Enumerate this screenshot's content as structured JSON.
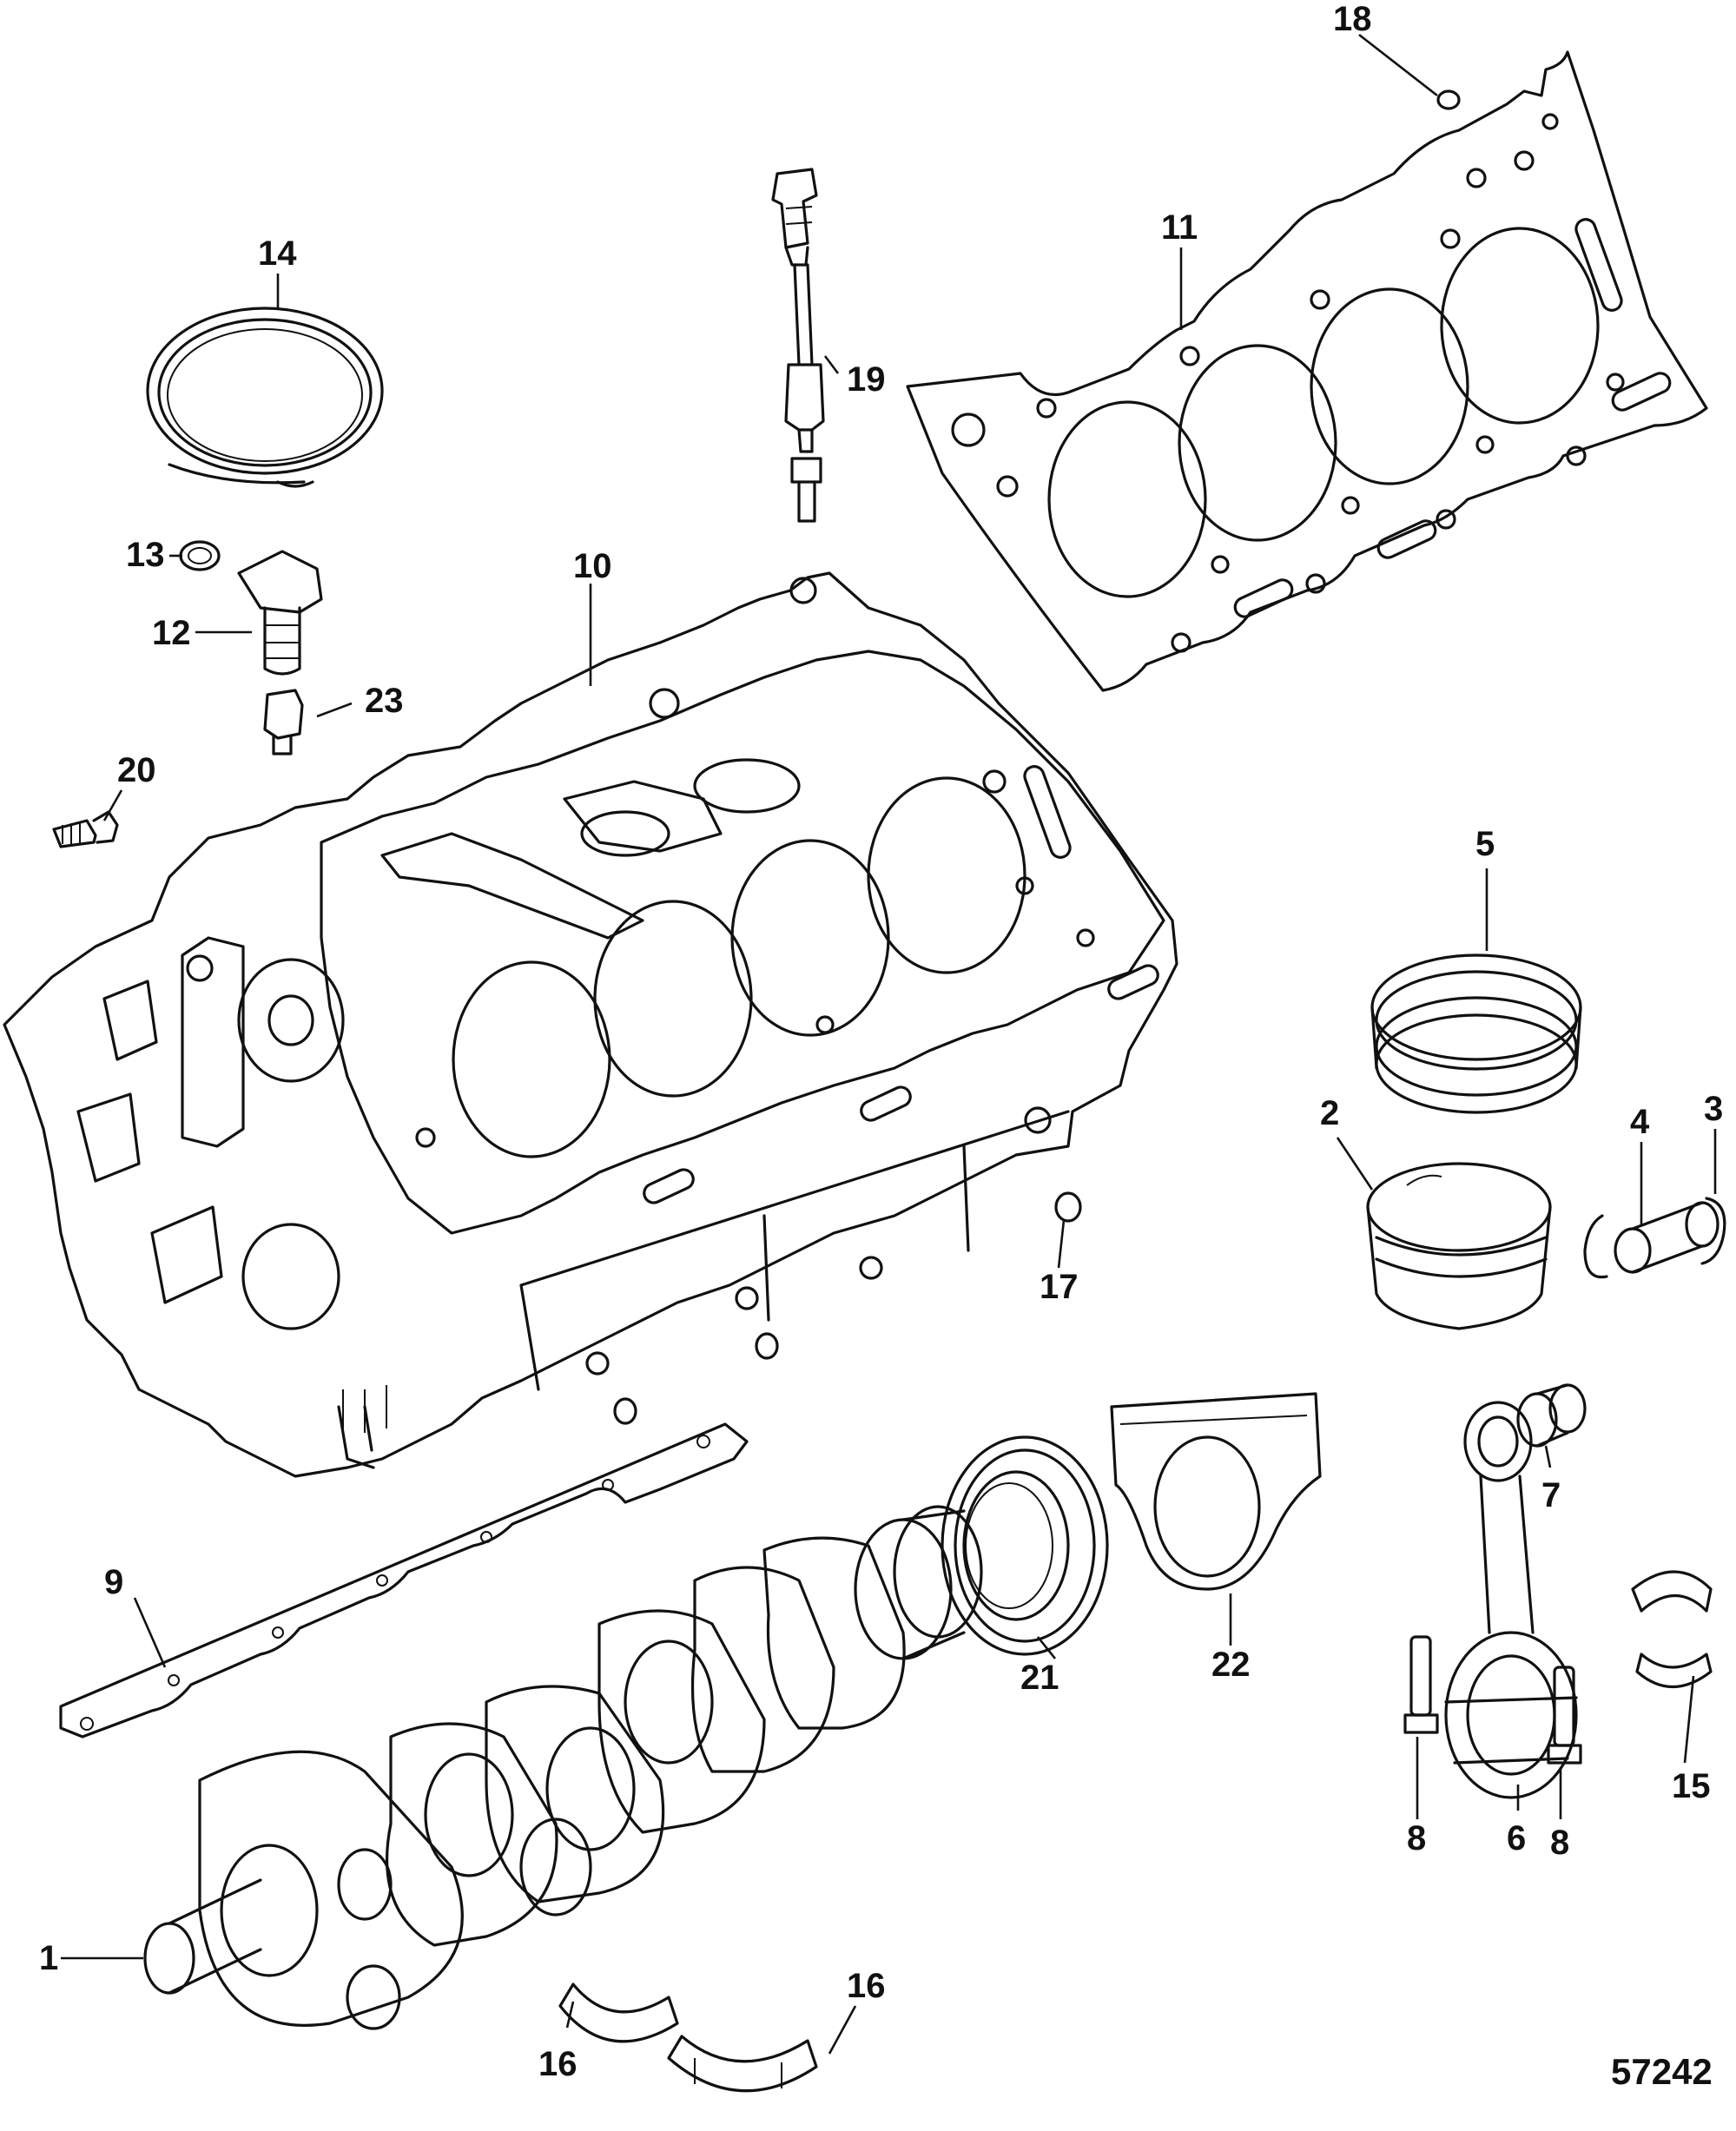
{
  "diagram": {
    "callouts": [
      {
        "id": "1",
        "label": "1"
      },
      {
        "id": "2",
        "label": "2"
      },
      {
        "id": "3",
        "label": "3"
      },
      {
        "id": "4",
        "label": "4"
      },
      {
        "id": "5",
        "label": "5"
      },
      {
        "id": "6",
        "label": "6"
      },
      {
        "id": "7",
        "label": "7"
      },
      {
        "id": "8a",
        "label": "8"
      },
      {
        "id": "8b",
        "label": "8"
      },
      {
        "id": "9",
        "label": "9"
      },
      {
        "id": "10",
        "label": "10"
      },
      {
        "id": "11",
        "label": "11"
      },
      {
        "id": "12",
        "label": "12"
      },
      {
        "id": "13",
        "label": "13"
      },
      {
        "id": "14",
        "label": "14"
      },
      {
        "id": "15",
        "label": "15"
      },
      {
        "id": "16a",
        "label": "16"
      },
      {
        "id": "16b",
        "label": "16"
      },
      {
        "id": "17",
        "label": "17"
      },
      {
        "id": "18",
        "label": "18"
      },
      {
        "id": "19",
        "label": "19"
      },
      {
        "id": "20",
        "label": "20"
      },
      {
        "id": "21",
        "label": "21"
      },
      {
        "id": "22",
        "label": "22"
      },
      {
        "id": "23",
        "label": "23"
      }
    ],
    "document_number": "57242"
  }
}
